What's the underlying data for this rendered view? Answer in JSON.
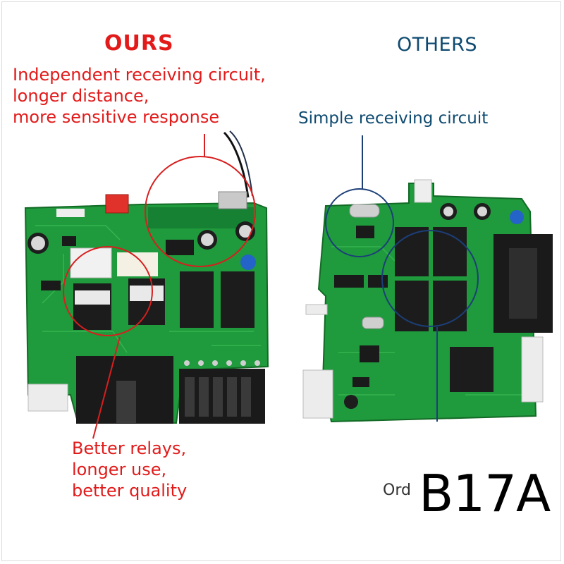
{
  "left_panel": {
    "title": "OURS",
    "feature_lines": [
      "Independent receiving circuit,",
      "longer distance,",
      "more sensitive response"
    ],
    "relay_lines": [
      "Better relays,",
      "longer use,",
      "better quality"
    ]
  },
  "right_panel": {
    "title": "OTHERS",
    "feature_line": "Simple receiving circuit"
  },
  "footer": {
    "ord_prefix": "Ord",
    "model_code": "B17A"
  },
  "colors": {
    "red_text": "#e21a1a",
    "blue_text": "#0e4a70",
    "pcb_green": "#1f9a3c",
    "relay_black": "#1c1c1c"
  }
}
